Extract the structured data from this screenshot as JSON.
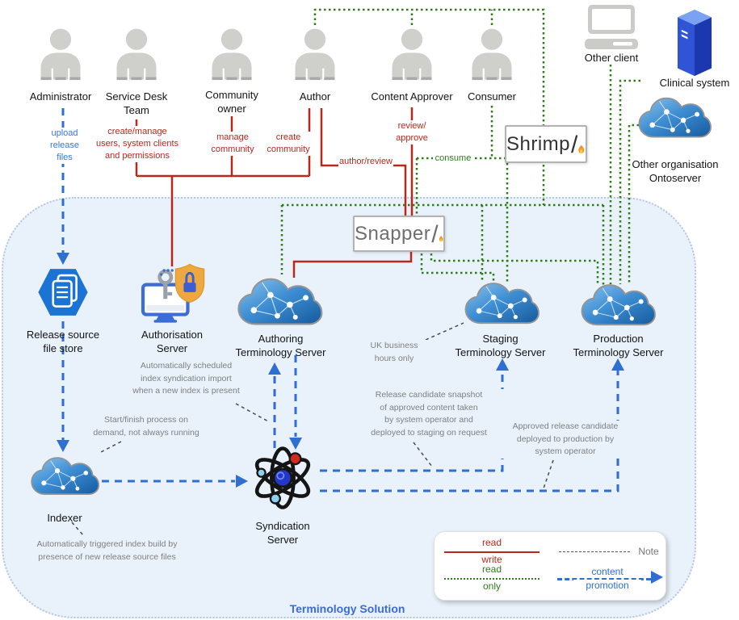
{
  "actors": [
    {
      "label": "Administrator"
    },
    {
      "label": "Service Desk\nTeam"
    },
    {
      "label": "Community\nowner"
    },
    {
      "label": "Author"
    },
    {
      "label": "Content Approver"
    },
    {
      "label": "Consumer"
    }
  ],
  "actions": {
    "upload": "upload\nrelease\nfiles",
    "create_manage": "create/manage\nusers, system clients\nand permissions",
    "manage_community": "manage\ncommunity",
    "create_community": "create\ncommunity",
    "author_review": "author/review",
    "review_approve": "review/\napprove",
    "consume": "consume"
  },
  "external": {
    "other_client": "Other client",
    "clinical_system": "Clinical system",
    "other_org": "Other organisation\nOntoserver",
    "shrimp": "Shrimp",
    "snapper": "Snapper",
    "slash": "/"
  },
  "solution": {
    "title": "Terminology Solution",
    "nodes": {
      "release_store": "Release source\nfile store",
      "auth_server": "Authorisation\nServer",
      "authoring": "Authoring\nTerminology Server",
      "staging": "Staging\nTerminology Server",
      "production": "Production\nTerminology Server",
      "indexer": "Indexer",
      "syndication": "Syndication\nServer"
    },
    "notes": {
      "syndication_import": "Automatically scheduled\nindex syndication import\nwhen a new index is present",
      "start_finish": "Start/finish process on\ndemand, not always running",
      "index_build": "Automatically triggered index build by\npresence of new release source files",
      "uk_hours": "UK business\nhours only",
      "release_candidate": "Release candidate snapshot\nof approved content taken\nby system operator and\ndeployed to staging on request",
      "approved_release": "Approved release candidate\ndeployed to production by\nsystem operator"
    }
  },
  "legend": {
    "read_write_line": {
      "top": "read",
      "bottom": "write"
    },
    "read_only_line": {
      "top": "read",
      "bottom": "only"
    },
    "note_label": "Note",
    "promotion_line": {
      "top": "content",
      "bottom": "promotion"
    }
  },
  "colors": {
    "read_write": "#b8291c",
    "read_only": "#2e7d1a",
    "content_promotion": "#2e6fd0",
    "note_text": "#808080",
    "solution_bg": "#e9f1fb",
    "title_blue": "#3b6cd4"
  }
}
